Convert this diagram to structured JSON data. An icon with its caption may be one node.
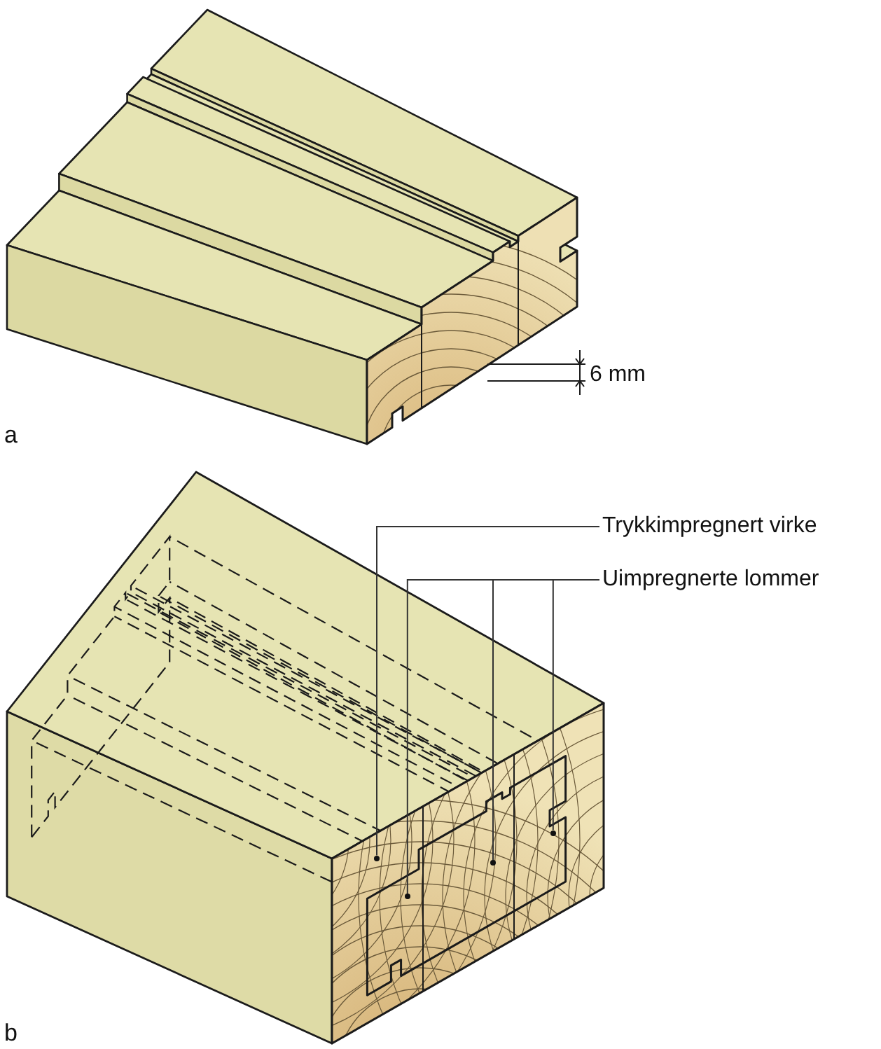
{
  "diagram": {
    "nodes": [
      {
        "text": [
          "Trykkimpregnert virke"
        ]
      },
      {
        "text": [
          "Uimpregnerte lommer"
        ]
      },
      {
        "text": [],
        "shape": "circle"
      },
      {
        "text": [],
        "shape": "circle"
      },
      {
        "text": [],
        "shape": "circle"
      },
      {
        "text": [],
        "shape": "circle"
      }
    ],
    "edges": [
      {
        "from": 0,
        "to": 2,
        "arrow": "none"
      },
      {
        "from": 1,
        "to": 3,
        "arrow": "none"
      },
      {
        "from": 1,
        "to": 4,
        "arrow": "none"
      },
      {
        "from": 1,
        "to": 5,
        "arrow": "none"
      }
    ],
    "labels": [
      "6 mm",
      "a",
      "b"
    ]
  }
}
